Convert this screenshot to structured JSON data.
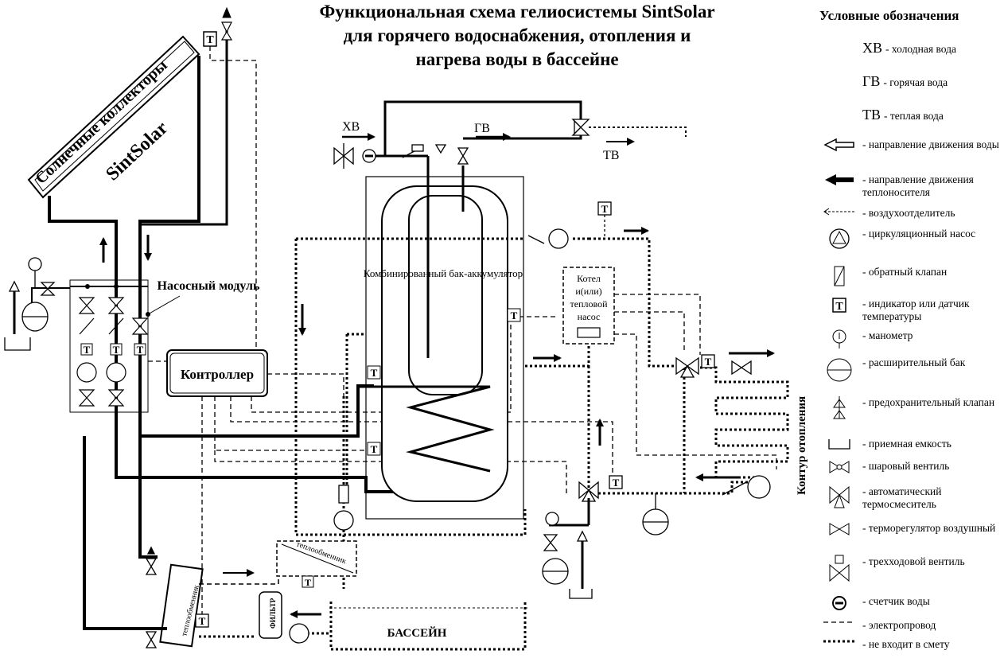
{
  "title_lines": [
    "Функциональная схема гелиосистемы SintSolar",
    "для горячего водоснабжения, отопления и",
    "нагрева воды в бассейне"
  ],
  "labels": {
    "collectors": "Солнечные коллекторы",
    "brand": "SintSolar",
    "pump_module": "Насосный модуль",
    "controller": "Контроллер",
    "tank": "Комбинированный бак-аккумулятор",
    "boiler": "Котел и(или) тепловой насос",
    "heating_circuit": "Контур отопления",
    "pool": "БАССЕЙН",
    "filter": "ФИЛЬТР",
    "hx_pool": "теплообменник",
    "hx_main": "теплообменник",
    "cold_water": "ХВ",
    "hot_water": "ГВ",
    "warm_water": "ТВ",
    "temp_sensor": "T"
  },
  "legend": {
    "title": "Условные обозначения",
    "items": [
      {
        "abbr": "ХВ",
        "text": "- холодная вода",
        "icon": "text-abbr"
      },
      {
        "abbr": "ГВ",
        "text": "- горячая вода",
        "icon": "text-abbr"
      },
      {
        "abbr": "ТВ",
        "text": "- теплая вода",
        "icon": "text-abbr"
      },
      {
        "abbr": "",
        "text": "- направление движения воды",
        "icon": "hollow-arrow-icon"
      },
      {
        "abbr": "",
        "text": "- направление движения теплоносителя",
        "icon": "solid-arrow-icon"
      },
      {
        "abbr": "",
        "text": "- воздухоотделитель",
        "icon": "air-separator-icon"
      },
      {
        "abbr": "",
        "text": "- циркуляционный насос",
        "icon": "pump-icon"
      },
      {
        "abbr": "",
        "text": "- обратный клапан",
        "icon": "check-valve-icon"
      },
      {
        "abbr": "",
        "text": "- индикатор или датчик температуры",
        "icon": "temp-sensor-icon"
      },
      {
        "abbr": "",
        "text": "- манометр",
        "icon": "manometer-icon"
      },
      {
        "abbr": "",
        "text": "- расширительный бак",
        "icon": "expansion-tank-icon"
      },
      {
        "abbr": "",
        "text": "- предохранительный клапан",
        "icon": "safety-valve-icon"
      },
      {
        "abbr": "",
        "text": "- приемная емкость",
        "icon": "receiver-icon"
      },
      {
        "abbr": "",
        "text": "- шаровый вентиль",
        "icon": "ball-valve-icon"
      },
      {
        "abbr": "",
        "text": "- автоматический термосмеситель",
        "icon": "thermo-mixer-icon"
      },
      {
        "abbr": "",
        "text": "- терморегулятор воздушный",
        "icon": "air-thermoregulator-icon"
      },
      {
        "abbr": "",
        "text": "- трехходовой вентиль",
        "icon": "three-way-valve-icon"
      },
      {
        "abbr": "",
        "text": "- счетчик воды",
        "icon": "water-meter-icon"
      },
      {
        "abbr": "",
        "text": "- электропровод",
        "icon": "dashed-line-icon"
      },
      {
        "abbr": "",
        "text": "- не входит в смету",
        "icon": "dotted-line-icon"
      }
    ]
  },
  "colors": {
    "line": "#000000",
    "background": "#ffffff"
  }
}
